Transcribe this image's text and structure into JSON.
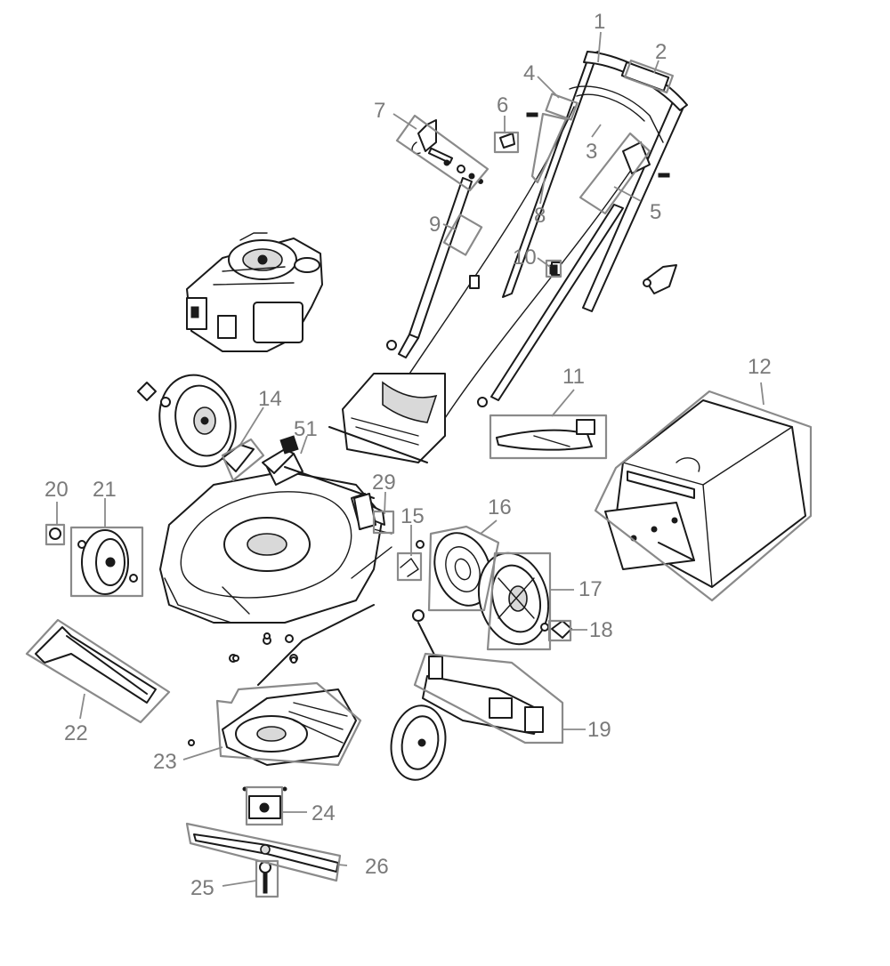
{
  "diagram": {
    "labels": {
      "p1": "1",
      "p2": "2",
      "p3": "3",
      "p4": "4",
      "p5": "5",
      "p6": "6",
      "p7": "7",
      "p8": "8",
      "p9": "9",
      "p10": "10",
      "p11": "11",
      "p12": "12",
      "p14": "14",
      "p15": "15",
      "p16": "16",
      "p17": "17",
      "p18": "18",
      "p19": "19",
      "p20": "20",
      "p21": "21",
      "p22": "22",
      "p23": "23",
      "p24": "24",
      "p25": "25",
      "p26": "26",
      "p29": "29",
      "p51": "51"
    }
  }
}
